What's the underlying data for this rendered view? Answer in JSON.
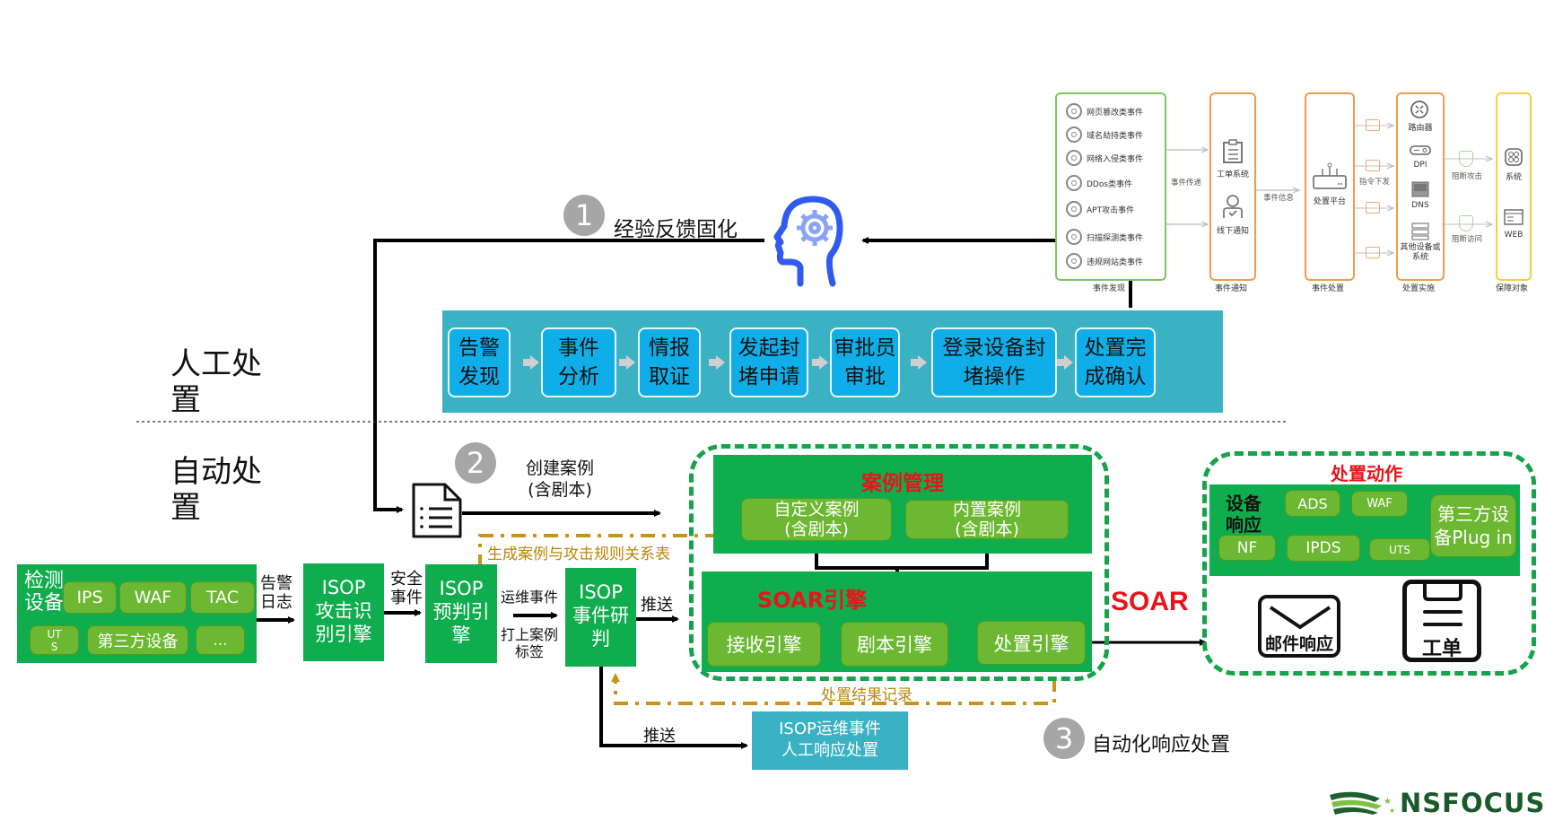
{
  "reference_panel": {
    "event_discovery": {
      "items": [
        "网页篡改类事件",
        "域名劫持类事件",
        "网络入侵类事件",
        "DDos类事件",
        "APT攻击事件",
        "扫描探测类事件",
        "违规网站类事件"
      ],
      "caption": "事件发现"
    },
    "edge_event_transfer": "事件传递",
    "event_notify": {
      "items": [
        "工单系统",
        "线下通知"
      ],
      "caption": "事件通知"
    },
    "edge_event_info": "事件信息",
    "event_handling": {
      "items": [
        "处置平台"
      ],
      "caption": "事件处置"
    },
    "edge_command": "指令下发",
    "handling_impl": {
      "items": [
        "路由器",
        "DPI",
        "DNS",
        "其他设备或系统"
      ],
      "caption": "处置实施"
    },
    "edge_block_attack": "阻断攻击",
    "edge_block_access": "阻断访问",
    "protected_objects": {
      "items": [
        "系统",
        "WEB"
      ],
      "caption": "保障对象"
    }
  },
  "feedback": {
    "number": "1",
    "label": "经验反馈固化"
  },
  "manual": {
    "section_label_line1": "人工处",
    "section_label_line2": "置",
    "steps": [
      {
        "l1": "告警",
        "l2": "发现"
      },
      {
        "l1": "事件",
        "l2": "分析"
      },
      {
        "l1": "情报",
        "l2": "取证"
      },
      {
        "l1": "发起封",
        "l2": "堵申请"
      },
      {
        "l1": "审批员",
        "l2": "审批"
      },
      {
        "l1": "登录设备封",
        "l2": "堵操作"
      },
      {
        "l1": "处置完",
        "l2": "成确认"
      }
    ]
  },
  "auto": {
    "section_label_line1": "自动处",
    "section_label_line2": "置",
    "create_case": {
      "number": "2",
      "l1": "创建案例",
      "l2": "(含剧本)"
    },
    "relation_table": "生成案例与攻击规则关系表",
    "detection": {
      "title_l1": "检测",
      "title_l2": "设备",
      "devices": [
        "IPS",
        "WAF",
        "TAC",
        "UT S",
        "第三方设备",
        "…"
      ]
    },
    "edge_alert_log": {
      "l1": "告警",
      "l2": "日志"
    },
    "isop_attack": {
      "l1": "ISOP",
      "l2": "攻击识",
      "l3": "别引擎"
    },
    "edge_security_event": {
      "l1": "安全",
      "l2": "事件"
    },
    "isop_prejudge": {
      "l1": "ISOP",
      "l2": "预判引",
      "l3": "擎"
    },
    "edge_ops_event": {
      "top": "运维事件",
      "bottom_l1": "打上案例",
      "bottom_l2": "标签"
    },
    "isop_research": {
      "l1": "ISOP",
      "l2": "事件研",
      "l3": "判"
    },
    "edge_push": "推送",
    "edge_push_manual": "推送",
    "manual_response": {
      "l1": "ISOP运维事件",
      "l2": "人工响应处置"
    },
    "result_record": "处置结果记录",
    "auto_response": {
      "number": "3",
      "label": "自动化响应处置"
    }
  },
  "case_mgmt": {
    "title": "案例管理",
    "custom": {
      "l1": "自定义案例",
      "l2": "(含剧本)"
    },
    "builtin": {
      "l1": "内置案例",
      "l2": "(含剧本)"
    }
  },
  "soar_engine": {
    "title": "SOAR引擎",
    "engines": [
      "接收引擎",
      "剧本引擎",
      "处置引擎"
    ]
  },
  "soar_label": "SOAR",
  "actions": {
    "title": "处置动作",
    "device_response_l1": "设备",
    "device_response_l2": "响应",
    "devices": [
      "ADS",
      "WAF",
      "NF",
      "IPDS",
      "UTS"
    ],
    "third_party": {
      "l1": "第三方设",
      "l2": "备Plug in"
    },
    "mail": "邮件响应",
    "ticket": "工单"
  },
  "logo": {
    "text": "NSFOCUS"
  },
  "colors": {
    "green": "#10ad4e",
    "light_green": "#6cb832",
    "teal": "#3bb1c4",
    "step_blue": "#10aee8",
    "red": "#e8141b",
    "gold": "#b8860b",
    "head_blue": "#2f5bf0"
  }
}
